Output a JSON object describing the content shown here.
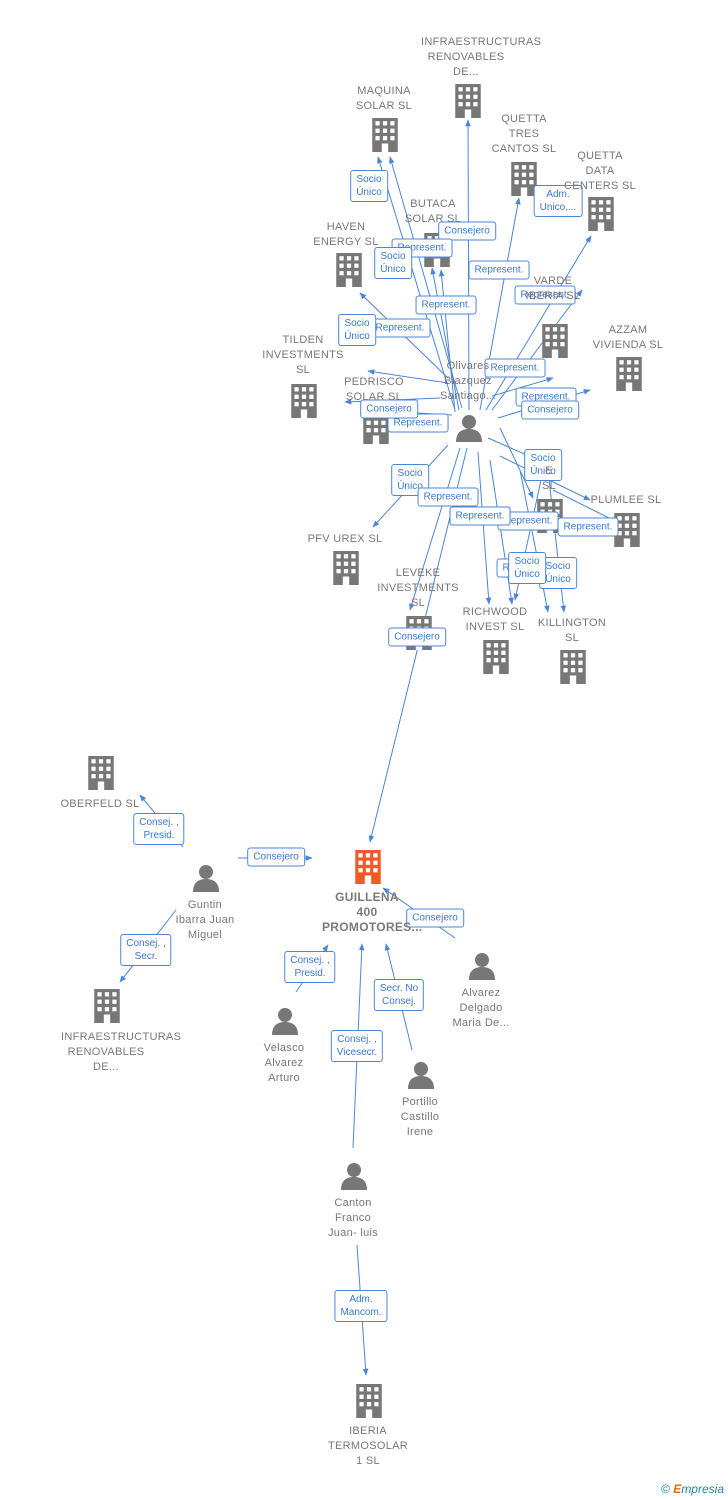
{
  "colors": {
    "edge": "#4a86d8",
    "node": "#777777",
    "main": "#f05a28",
    "label": "#777777",
    "edge_text": "#3a78d0"
  },
  "nodes": [
    {
      "id": "infra_top",
      "type": "company",
      "lines": [
        "INFRAESTRUCTURAS",
        "RENOVABLES",
        "DE..."
      ]
    },
    {
      "id": "maquina",
      "type": "company",
      "lines": [
        "MAQUINA",
        "SOLAR  SL"
      ]
    },
    {
      "id": "quetta_tres",
      "type": "company",
      "lines": [
        "QUETTA",
        "TRES",
        "CANTOS  SL"
      ]
    },
    {
      "id": "quetta_data",
      "type": "company",
      "lines": [
        "QUETTA",
        "DATA",
        "CENTERS  SL"
      ]
    },
    {
      "id": "butaca",
      "type": "company",
      "lines": [
        "BUTACA",
        "SOLAR  SL"
      ]
    },
    {
      "id": "haven",
      "type": "company",
      "lines": [
        "HAVEN",
        "ENERGY  SL"
      ]
    },
    {
      "id": "varde",
      "type": "company",
      "lines": [
        "VARDE",
        "IBERIA  SL"
      ]
    },
    {
      "id": "azzam",
      "type": "company",
      "lines": [
        "AZZAM",
        "VIVIENDA  SL"
      ]
    },
    {
      "id": "tilden",
      "type": "company",
      "lines": [
        "TILDEN",
        "INVESTMENTS",
        "SL"
      ]
    },
    {
      "id": "pedrisco",
      "type": "company",
      "lines": [
        "PEDRISCO",
        "SOLAR  SL"
      ]
    },
    {
      "id": "olivares",
      "type": "person",
      "lines": [
        "Olivares",
        "Blazquez",
        "Santiago..."
      ]
    },
    {
      "id": "e_sl",
      "type": "company",
      "lines": [
        "E",
        "SL"
      ]
    },
    {
      "id": "plumlee",
      "type": "company",
      "lines": [
        "PLUMLEE  SL"
      ]
    },
    {
      "id": "pfv",
      "type": "company",
      "lines": [
        "PFV UREX  SL"
      ]
    },
    {
      "id": "leveke",
      "type": "company",
      "lines": [
        "LEVEKE",
        "INVESTMENTS",
        "SL"
      ]
    },
    {
      "id": "richwood",
      "type": "company",
      "lines": [
        "RICHWOOD",
        "INVEST  SL"
      ]
    },
    {
      "id": "killington",
      "type": "company",
      "lines": [
        "KILLINGTON",
        "SL"
      ]
    },
    {
      "id": "oberfeld",
      "type": "company",
      "lines": [
        "OBERFELD SL"
      ]
    },
    {
      "id": "guillena",
      "type": "main",
      "lines": [
        "GUILLENA",
        "400",
        "PROMOTORES..."
      ]
    },
    {
      "id": "guntin",
      "type": "person",
      "lines": [
        "Guntin",
        "Ibarra Juan",
        "Miguel"
      ]
    },
    {
      "id": "alvarez",
      "type": "person",
      "lines": [
        "Alvarez",
        "Delgado",
        "Maria De..."
      ]
    },
    {
      "id": "infra_bot",
      "type": "company",
      "lines": [
        "INFRAESTRUCTURAS",
        "RENOVABLES",
        "DE..."
      ]
    },
    {
      "id": "velasco",
      "type": "person",
      "lines": [
        "Velasco",
        "Alvarez",
        "Arturo"
      ]
    },
    {
      "id": "portillo",
      "type": "person",
      "lines": [
        "Portillo",
        "Castillo",
        "Irene"
      ]
    },
    {
      "id": "canton",
      "type": "person",
      "lines": [
        "Canton",
        "Franco",
        "Juan- luis"
      ]
    },
    {
      "id": "iberia",
      "type": "company",
      "lines": [
        "IBERIA",
        "TERMOSOLAR",
        "1 SL"
      ]
    }
  ],
  "edges": [
    {
      "from": "olivares",
      "to": "infra_top",
      "label": "Consejero"
    },
    {
      "from": "olivares",
      "to": "maquina",
      "label": "Socio\nÚnico"
    },
    {
      "from": "olivares",
      "to": "maquina",
      "label": "Represent."
    },
    {
      "from": "olivares",
      "to": "quetta_tres",
      "label": "Represent."
    },
    {
      "from": "olivares",
      "to": "quetta_data",
      "label": "Adm.\nUnico,..."
    },
    {
      "from": "olivares",
      "to": "butaca",
      "label": "Socio\nÚnico"
    },
    {
      "from": "olivares",
      "to": "butaca",
      "label": "Represent."
    },
    {
      "from": "olivares",
      "to": "haven",
      "label": "Represent."
    },
    {
      "from": "olivares",
      "to": "varde",
      "label": "Represent."
    },
    {
      "from": "olivares",
      "to": "tilden",
      "label": "Socio\nÚnico"
    },
    {
      "from": "olivares",
      "to": "tilden",
      "label": "Represent."
    },
    {
      "from": "olivares",
      "to": "pedrisco",
      "label": "Consejero"
    },
    {
      "from": "olivares",
      "to": "pedrisco",
      "label": "Represent."
    },
    {
      "from": "olivares",
      "to": "azzam",
      "label": "Represent."
    },
    {
      "from": "olivares",
      "to": "azzam",
      "label": "Consejero"
    },
    {
      "from": "olivares",
      "to": "e_sl",
      "label": "Socio\nÚnico"
    },
    {
      "from": "olivares",
      "to": "e_sl",
      "label": "Represent."
    },
    {
      "from": "olivares",
      "to": "plumlee",
      "label": "Represent."
    },
    {
      "from": "olivares",
      "to": "plumlee",
      "label": "Socio\nÚnico"
    },
    {
      "from": "olivares",
      "to": "pfv",
      "label": "Represent."
    },
    {
      "from": "olivares",
      "to": "leveke",
      "label": "Represent."
    },
    {
      "from": "olivares",
      "to": "richwood",
      "label": "Represent."
    },
    {
      "from": "olivares",
      "to": "richwood",
      "label": "Represent."
    },
    {
      "from": "olivares",
      "to": "killington",
      "label": "Socio\nÚnico"
    },
    {
      "from": "olivares",
      "to": "killington",
      "label": "Socio\nÚnico"
    },
    {
      "from": "olivares",
      "to": "guillena",
      "label": "Consejero"
    },
    {
      "from": "guntin",
      "to": "oberfeld",
      "label": "Consej. ,\nPresid."
    },
    {
      "from": "guntin",
      "to": "guillena",
      "label": "Consejero"
    },
    {
      "from": "guntin",
      "to": "infra_bot",
      "label": "Consej. ,\nSecr."
    },
    {
      "from": "alvarez",
      "to": "guillena",
      "label": "Consejero"
    },
    {
      "from": "velasco",
      "to": "guillena",
      "label": "Consej. ,\nPresid."
    },
    {
      "from": "portillo",
      "to": "guillena",
      "label": "Secr.  No\nConsej."
    },
    {
      "from": "canton",
      "to": "guillena",
      "label": "Consej. ,\nVicesecr."
    },
    {
      "from": "canton",
      "to": "iberia",
      "label": "Adm.\nMancom."
    }
  ],
  "brand": {
    "symbol": "©",
    "name_first": "E",
    "name_rest": "mpresia"
  }
}
